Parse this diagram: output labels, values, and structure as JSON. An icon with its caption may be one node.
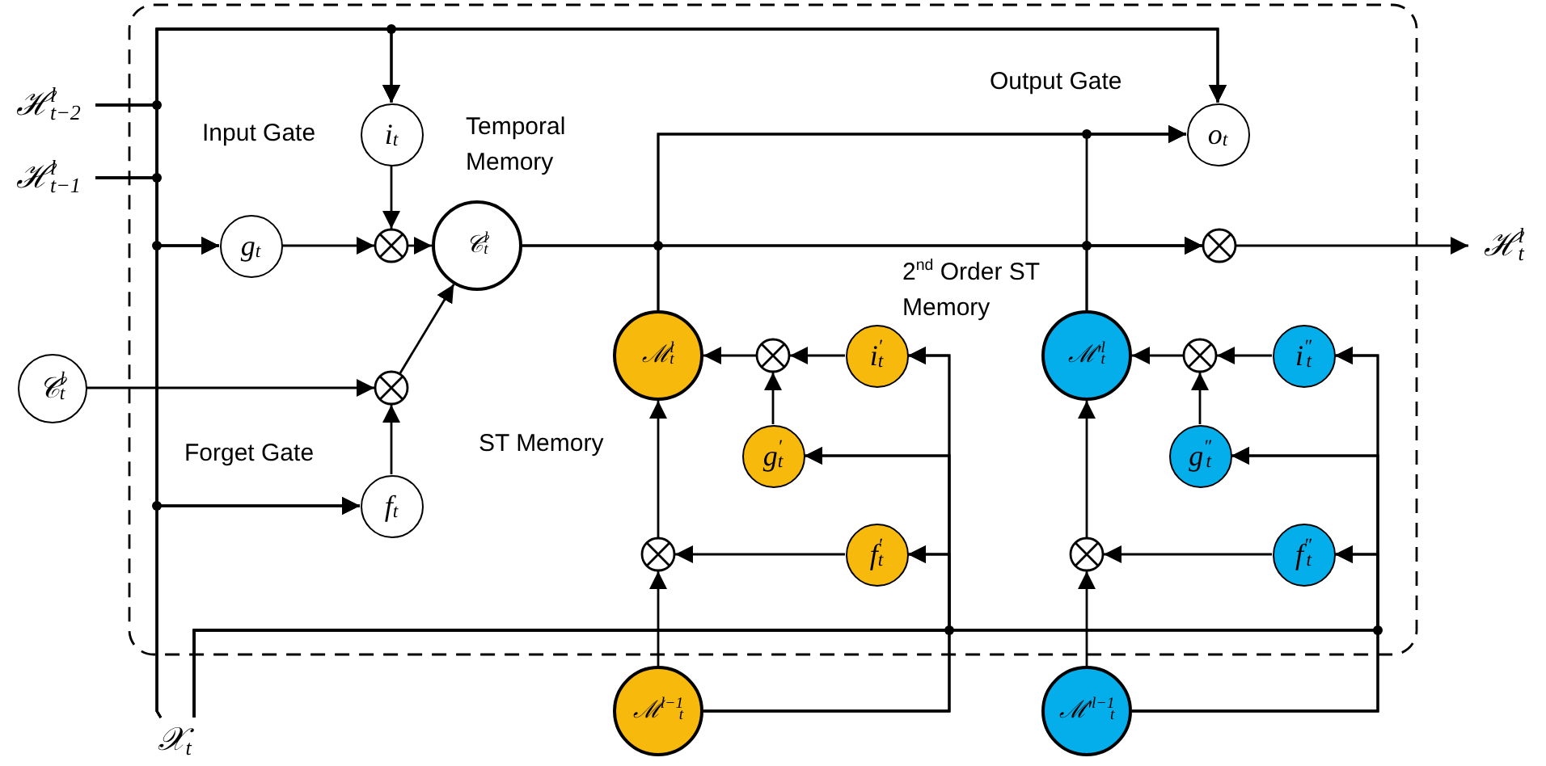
{
  "diagram": {
    "nodes": [
      {
        "text": [
          "ℋ$^{l}$$_{t−2}$"
        ]
      },
      {
        "text": [
          "ℋ$^{l}$$_{t−1}$"
        ]
      },
      {
        "text": [
          "𝒞$^{l}$$_{t}$"
        ]
      },
      {
        "text": [
          "𝒳$_{t}$"
        ]
      },
      {
        "text": [
          "i$_{t}$"
        ]
      },
      {
        "text": [
          "g$_{t}$"
        ]
      },
      {
        "text": [],
        "shape": "circle"
      },
      {
        "text": [
          "𝒞$^{l}$$_{t}$"
        ]
      },
      {
        "text": [],
        "shape": "circle"
      },
      {
        "text": [
          "f$_{t}$"
        ]
      },
      {
        "text": [
          "o$_{t}$"
        ]
      },
      {
        "text": [],
        "shape": "circle"
      },
      {
        "text": [
          "ℋ$^{l}$$_{t}$"
        ]
      },
      {
        "text": [
          "ℳ$^{l}$$_{t}$"
        ]
      },
      {
        "text": [],
        "shape": "circle"
      },
      {
        "text": [
          "i$^{′}$$_{t}$"
        ]
      },
      {
        "text": [
          "g$^{′}$$_{t}$"
        ]
      },
      {
        "text": [
          "f$^{′}$$_{t}$"
        ]
      },
      {
        "text": [],
        "shape": "circle"
      },
      {
        "text": [
          "ℳ$^{l−1}$$_{t}$"
        ]
      },
      {
        "text": [
          "ℳ′$^{l}$$_{t}$"
        ]
      },
      {
        "text": [],
        "shape": "circle"
      },
      {
        "text": [
          "i$^{″}$$_{t}$"
        ]
      },
      {
        "text": [
          "g$^{″}$$_{t}$"
        ]
      },
      {
        "text": [
          "f$^{″}$$_{t}$"
        ]
      },
      {
        "text": [],
        "shape": "circle"
      },
      {
        "text": [
          "ℳ′$^{l−1}$$_{t}$"
        ]
      }
    ],
    "edges": [
      {
        "from": 3,
        "to": 4,
        "arrow": "to"
      },
      {
        "from": 3,
        "to": 10,
        "arrow": "to"
      },
      {
        "from": 3,
        "to": 5,
        "arrow": "to"
      },
      {
        "from": 3,
        "to": 9,
        "arrow": "to"
      },
      {
        "from": 0,
        "to": 4,
        "arrow": "to"
      },
      {
        "from": 0,
        "to": 10,
        "arrow": "to"
      },
      {
        "from": 0,
        "to": 5,
        "arrow": "to"
      },
      {
        "from": 0,
        "to": 9,
        "arrow": "to"
      },
      {
        "from": 1,
        "to": 4,
        "arrow": "to"
      },
      {
        "from": 1,
        "to": 10,
        "arrow": "to"
      },
      {
        "from": 1,
        "to": 5,
        "arrow": "to"
      },
      {
        "from": 1,
        "to": 9,
        "arrow": "to"
      },
      {
        "from": 4,
        "to": 6,
        "arrow": "to"
      },
      {
        "from": 5,
        "to": 6,
        "arrow": "to"
      },
      {
        "from": 6,
        "to": 7,
        "arrow": "to"
      },
      {
        "from": 2,
        "to": 8,
        "arrow": "to"
      },
      {
        "from": 9,
        "to": 8,
        "arrow": "to"
      },
      {
        "from": 8,
        "to": 7,
        "arrow": "to"
      },
      {
        "from": 7,
        "to": 11,
        "arrow": "to"
      },
      {
        "from": 7,
        "to": 10,
        "arrow": "to"
      },
      {
        "from": 13,
        "to": 11,
        "arrow": "to"
      },
      {
        "from": 13,
        "to": 10,
        "arrow": "to"
      },
      {
        "from": 20,
        "to": 11,
        "arrow": "to"
      },
      {
        "from": 20,
        "to": 10,
        "arrow": "to"
      },
      {
        "from": 11,
        "to": 12,
        "arrow": "to"
      },
      {
        "from": 3,
        "to": 15,
        "arrow": "to"
      },
      {
        "from": 3,
        "to": 16,
        "arrow": "to"
      },
      {
        "from": 3,
        "to": 17,
        "arrow": "to"
      },
      {
        "from": 3,
        "to": 22,
        "arrow": "to"
      },
      {
        "from": 3,
        "to": 23,
        "arrow": "to"
      },
      {
        "from": 3,
        "to": 24,
        "arrow": "to"
      },
      {
        "from": 19,
        "to": 15,
        "arrow": "to"
      },
      {
        "from": 19,
        "to": 16,
        "arrow": "to"
      },
      {
        "from": 19,
        "to": 17,
        "arrow": "to"
      },
      {
        "from": 26,
        "to": 22,
        "arrow": "to"
      },
      {
        "from": 26,
        "to": 23,
        "arrow": "to"
      },
      {
        "from": 26,
        "to": 24,
        "arrow": "to"
      },
      {
        "from": 15,
        "to": 14,
        "arrow": "to"
      },
      {
        "from": 16,
        "to": 14,
        "arrow": "to"
      },
      {
        "from": 14,
        "to": 13,
        "arrow": "to"
      },
      {
        "from": 17,
        "to": 18,
        "arrow": "to"
      },
      {
        "from": 19,
        "to": 18,
        "arrow": "to"
      },
      {
        "from": 18,
        "to": 13,
        "arrow": "to"
      },
      {
        "from": 22,
        "to": 21,
        "arrow": "to"
      },
      {
        "from": 23,
        "to": 21,
        "arrow": "to"
      },
      {
        "from": 21,
        "to": 20,
        "arrow": "to"
      },
      {
        "from": 24,
        "to": 25,
        "arrow": "to"
      },
      {
        "from": 26,
        "to": 25,
        "arrow": "to"
      },
      {
        "from": 25,
        "to": 20,
        "arrow": "to"
      }
    ],
    "labels": [
      "Input Gate",
      "Temporal Memory",
      "Output Gate",
      "Forget Gate",
      "ST Memory",
      "2$^{nd}$ Order ST Memory"
    ]
  }
}
